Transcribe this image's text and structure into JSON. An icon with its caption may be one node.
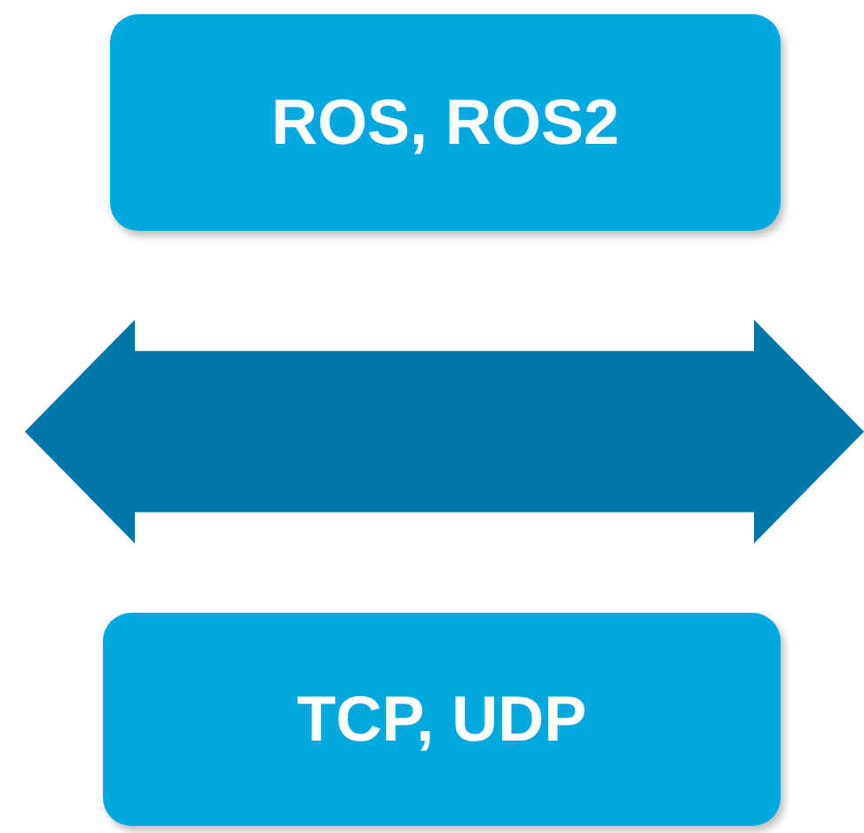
{
  "diagram": {
    "nodes": [
      {
        "text": [
          "ROS, ROS2"
        ]
      },
      {
        "text": [],
        "shape": "arrow"
      },
      {
        "text": [
          "TCP, UDP"
        ]
      }
    ]
  }
}
